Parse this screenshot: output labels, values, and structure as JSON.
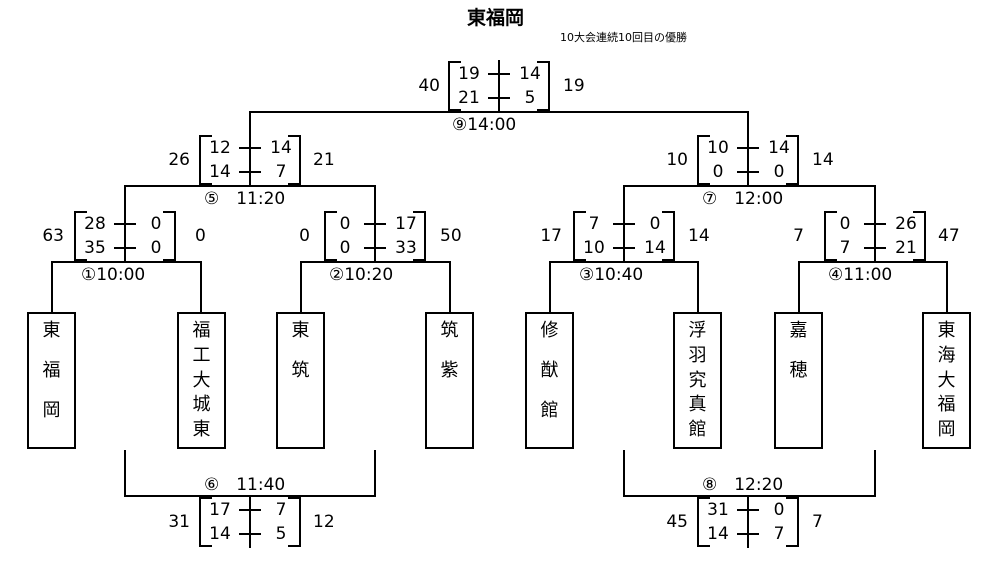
{
  "champion": {
    "name": "東福岡",
    "note": "10大会連続10回目の優勝"
  },
  "teams": [
    {
      "id": "t1",
      "name": "東福岡"
    },
    {
      "id": "t2",
      "name": "福工大城東"
    },
    {
      "id": "t3",
      "name": "東筑"
    },
    {
      "id": "t4",
      "name": "筑紫"
    },
    {
      "id": "t5",
      "name": "修猷館"
    },
    {
      "id": "t6",
      "name": "浮羽究真館"
    },
    {
      "id": "t7",
      "name": "嘉穂"
    },
    {
      "id": "t8",
      "name": "東海大福岡"
    }
  ],
  "matches": {
    "m1": {
      "label": "①10:00",
      "left_total": "63",
      "right_total": "0",
      "left_halves": [
        "28",
        "35"
      ],
      "right_halves": [
        "0",
        "0"
      ]
    },
    "m2": {
      "label": "②10:20",
      "left_total": "0",
      "right_total": "50",
      "left_halves": [
        "0",
        "0"
      ],
      "right_halves": [
        "17",
        "33"
      ]
    },
    "m3": {
      "label": "③10:40",
      "left_total": "17",
      "right_total": "14",
      "left_halves": [
        "7",
        "10"
      ],
      "right_halves": [
        "0",
        "14"
      ]
    },
    "m4": {
      "label": "④11:00",
      "left_total": "7",
      "right_total": "47",
      "left_halves": [
        "0",
        "7"
      ],
      "right_halves": [
        "26",
        "21"
      ]
    },
    "m5": {
      "label": "⑤　11:20",
      "left_total": "26",
      "right_total": "21",
      "left_halves": [
        "12",
        "14"
      ],
      "right_halves": [
        "14",
        "7"
      ]
    },
    "m6": {
      "label": "⑥　11:40",
      "left_total": "31",
      "right_total": "12",
      "left_halves": [
        "17",
        "14"
      ],
      "right_halves": [
        "7",
        "5"
      ]
    },
    "m7": {
      "label": "⑦　12:00",
      "left_total": "10",
      "right_total": "14",
      "left_halves": [
        "10",
        "0"
      ],
      "right_halves": [
        "14",
        "0"
      ]
    },
    "m8": {
      "label": "⑧　12:20",
      "left_total": "45",
      "right_total": "7",
      "left_halves": [
        "31",
        "14"
      ],
      "right_halves": [
        "0",
        "7"
      ]
    },
    "m9": {
      "label": "⑨14:00",
      "left_total": "40",
      "right_total": "19",
      "left_halves": [
        "19",
        "21"
      ],
      "right_halves": [
        "14",
        "5"
      ]
    }
  }
}
